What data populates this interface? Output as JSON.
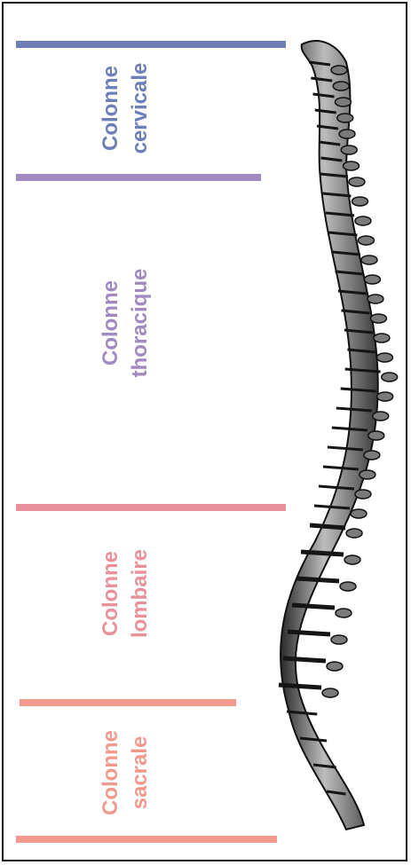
{
  "regions": [
    {
      "line1": "Colonne",
      "line2": "cervicale",
      "color": "#6e7fb8"
    },
    {
      "line1": "Colonne",
      "line2": "thoracique",
      "color": "#a08ac0"
    },
    {
      "line1": "Colonne",
      "line2": "lombaire",
      "color": "#e8919a"
    },
    {
      "line1": "Colonne",
      "line2": "sacrale",
      "color": "#f0998c"
    }
  ],
  "divider_colors": {
    "top": "#6e7fb8",
    "cervical_thoracic": "#a08ac0",
    "thoracic_lumbar": "#e8919a",
    "lumbar_sacral": "#f0998c",
    "bottom": "#f0998c"
  },
  "illustration": "spine-illustration"
}
